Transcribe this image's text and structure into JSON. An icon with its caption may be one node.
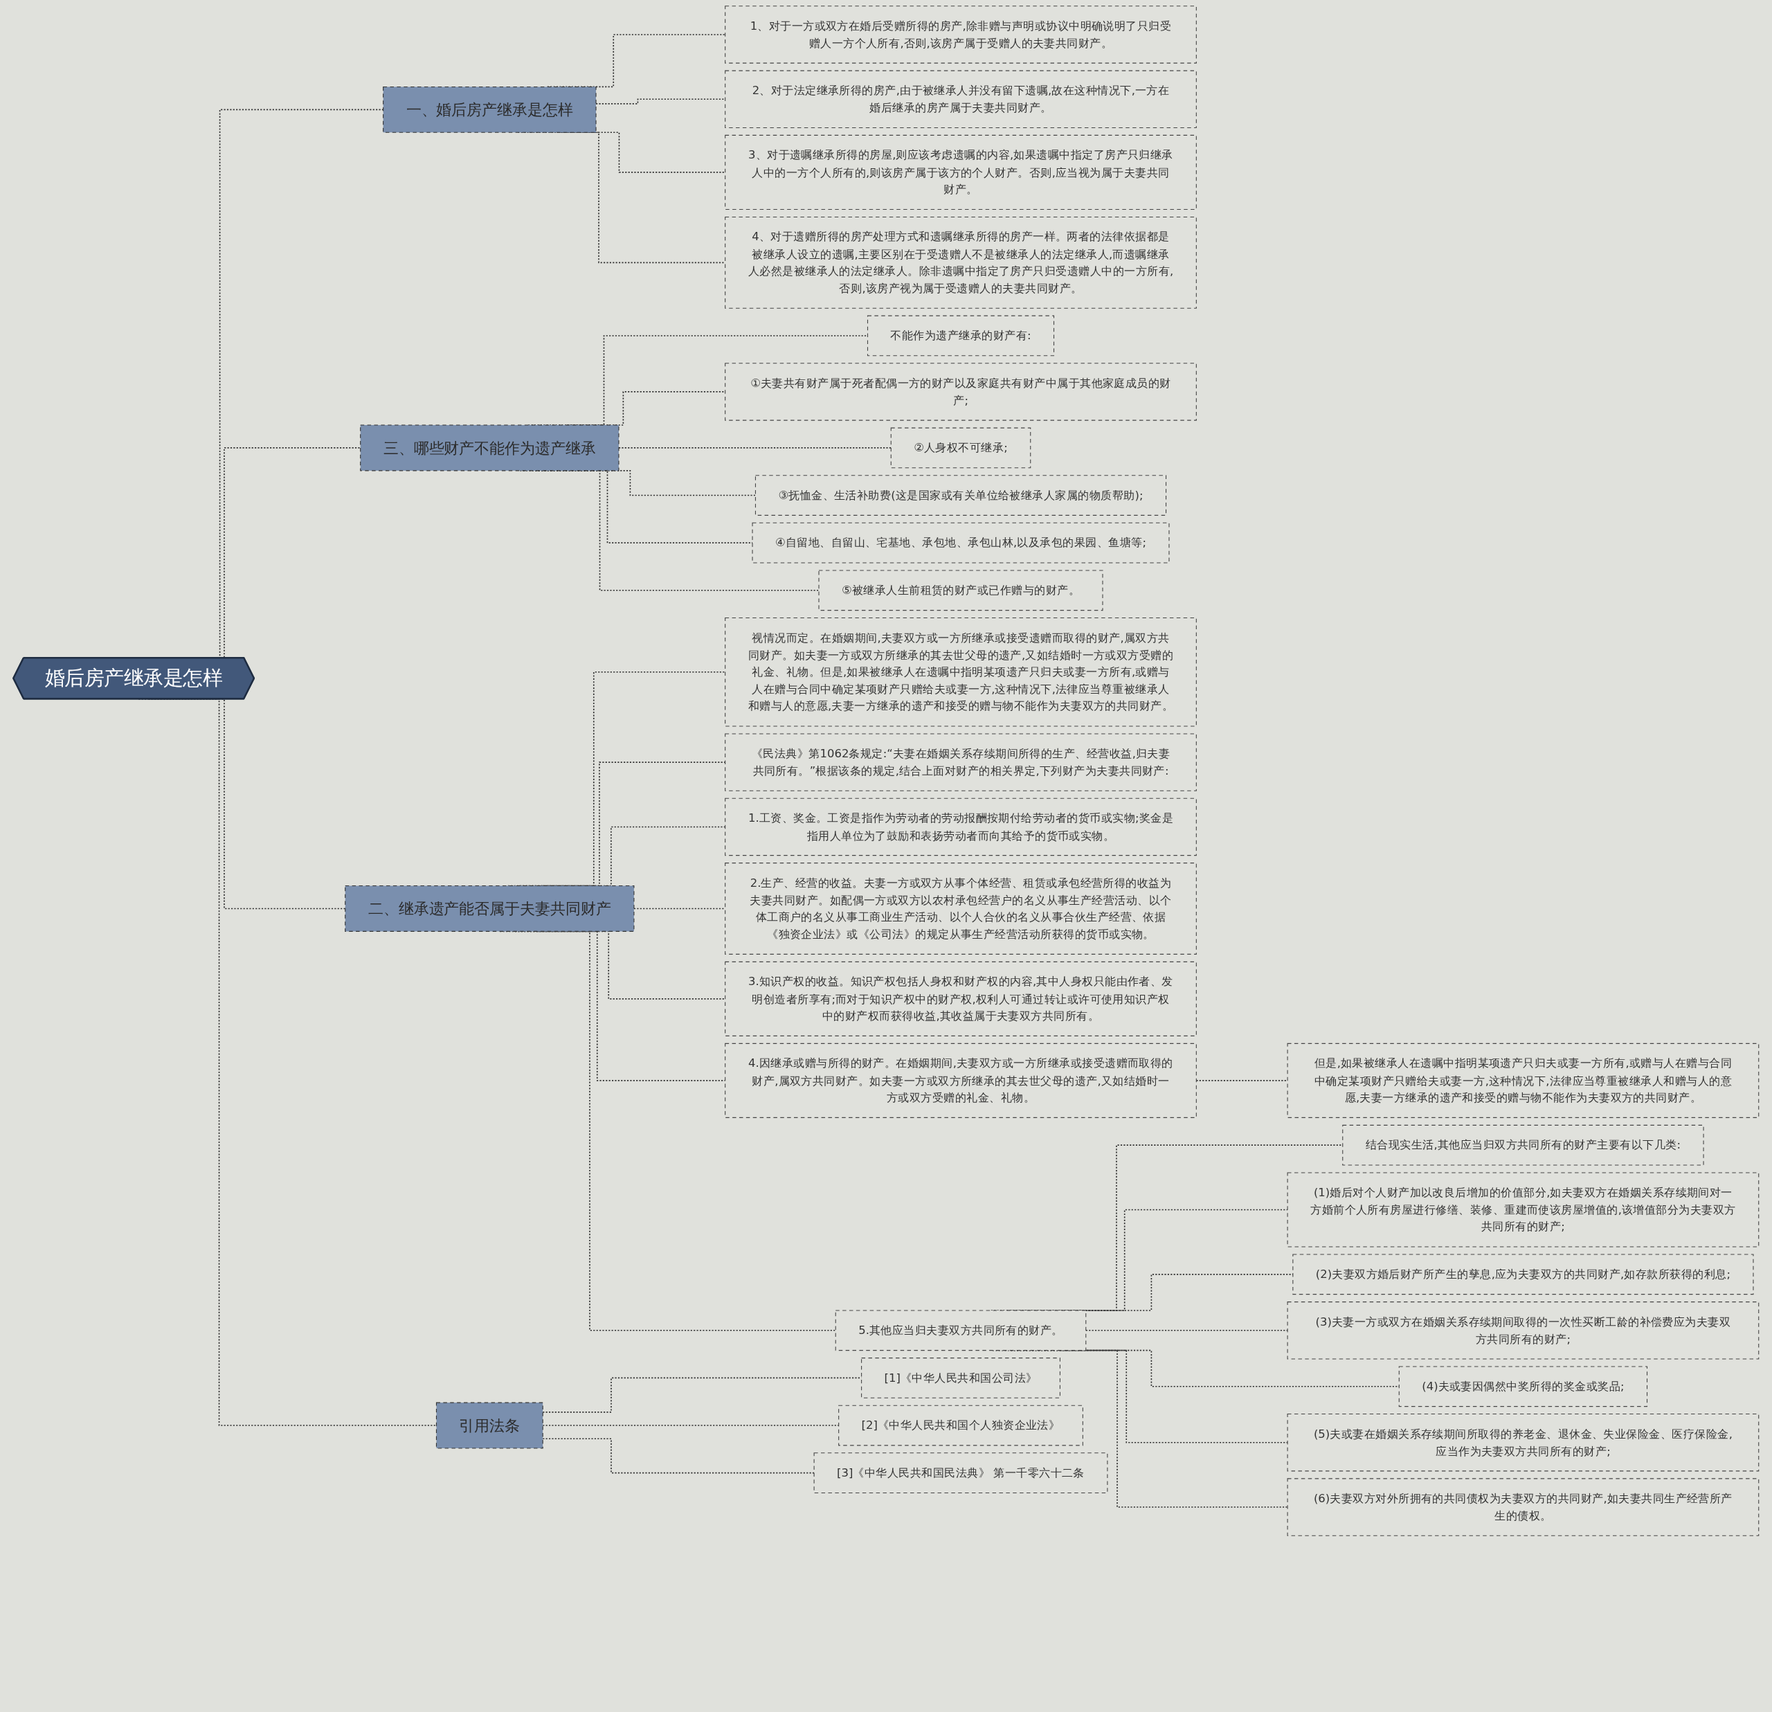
{
  "diagram": {
    "nodes": [
      {
        "text": [
          "婚后房产继承是怎样"
        ]
      },
      {
        "text": [
          "一、婚后房产继承是怎样"
        ]
      },
      {
        "text": [
          "1、对于一方或双方在婚后受赠所得的房产,除非赠与声明或协议中明确说明了只归受赠人一方个人所有,否则,该房产属于受赠人的夫妻共同财产。"
        ]
      },
      {
        "text": [
          "2、对于法定继承所得的房产,由于被继承人并没有留下遗嘱,故在这种情况下,一方在婚后继承的房产属于夫妻共同财产。"
        ]
      },
      {
        "text": [
          "3、对于遗嘱继承所得的房屋,则应该考虑遗嘱的内容,如果遗嘱中指定了房产只归继承人中的一方个人所有的,则该房产属于该方的个人财产。否则,应当视为属于夫妻共同财产。"
        ]
      },
      {
        "text": [
          "4、对于遗赠所得的房产处理方式和遗嘱继承所得的房产一样。两者的法律依据都是被继承人设立的遗嘱,主要区别在于受遗赠人不是被继承人的法定继承人,而遗嘱继承人必然是被继承人的法定继承人。除非遗嘱中指定了房产只归受遗赠人中的一方所有,否则,该房产视为属于受遗赠人的夫妻共同财产。"
        ]
      },
      {
        "text": [
          "三、哪些财产不能作为遗产继承"
        ]
      },
      {
        "text": [
          "不能作为遗产继承的财产有:"
        ]
      },
      {
        "text": [
          "①夫妻共有财产属于死者配偶一方的财产以及家庭共有财产中属于其他家庭成员的财产;"
        ]
      },
      {
        "text": [
          "②人身权不可继承;"
        ]
      },
      {
        "text": [
          "③抚恤金、生活补助费(这是国家或有关单位给被继承人家属的物质帮助);"
        ]
      },
      {
        "text": [
          "④自留地、自留山、宅基地、承包地、承包山林,以及承包的果园、鱼塘等;"
        ]
      },
      {
        "text": [
          "⑤被继承人生前租赁的财产或已作赠与的财产。"
        ]
      },
      {
        "text": [
          "二、继承遗产能否属于夫妻共同财产"
        ]
      },
      {
        "text": [
          "视情况而定。在婚姻期间,夫妻双方或一方所继承或接受遗赠而取得的财产,属双方共同财产。如夫妻一方或双方所继承的其去世父母的遗产,又如结婚时一方或双方受赠的礼金、礼物。但是,如果被继承人在遗嘱中指明某项遗产只归夫或妻一方所有,或赠与人在赠与合同中确定某项财产只赠给夫或妻一方,这种情况下,法律应当尊重被继承人和赠与人的意愿,夫妻一方继承的遗产和接受的赠与物不能作为夫妻双方的共同财产。"
        ]
      },
      {
        "text": [
          "《民法典》第1062条规定:“夫妻在婚姻关系存续期间所得的生产、经营收益,归夫妻共同所有。”根据该条的规定,结合上面对财产的相关界定,下列财产为夫妻共同财产:"
        ]
      },
      {
        "text": [
          "1.工资、奖金。工资是指作为劳动者的劳动报酬按期付给劳动者的货币或实物;奖金是指用人单位为了鼓励和表扬劳动者而向其给予的货币或实物。"
        ]
      },
      {
        "text": [
          "2.生产、经营的收益。夫妻一方或双方从事个体经营、租赁或承包经营所得的收益为夫妻共同财产。如配偶一方或双方以农村承包经营户的名义从事生产经营活动、以个体工商户的名义从事工商业生产活动、以个人合伙的名义从事合伙生产经营、依据《独资企业法》或《公司法》的规定从事生产经营活动所获得的货币或实物。"
        ]
      },
      {
        "text": [
          "3.知识产权的收益。知识产权包括人身权和财产权的内容,其中人身权只能由作者、发明创造者所享有;而对于知识产权中的财产权,权利人可通过转让或许可使用知识产权中的财产权而获得收益,其收益属于夫妻双方共同所有。"
        ]
      },
      {
        "text": [
          "4.因继承或赠与所得的财产。在婚姻期间,夫妻双方或一方所继承或接受遗赠而取得的财产,属双方共同财产。如夫妻一方或双方所继承的其去世父母的遗产,又如结婚时一方或双方受赠的礼金、礼物。"
        ]
      },
      {
        "text": [
          "但是,如果被继承人在遗嘱中指明某项遗产只归夫或妻一方所有,或赠与人在赠与合同中确定某项财产只赠给夫或妻一方,这种情况下,法律应当尊重被继承人和赠与人的意愿,夫妻一方继承的遗产和接受的赠与物不能作为夫妻双方的共同财产。"
        ]
      },
      {
        "text": [
          "5.其他应当归夫妻双方共同所有的财产。"
        ]
      },
      {
        "text": [
          "结合现实生活,其他应当归双方共同所有的财产主要有以下几类:"
        ]
      },
      {
        "text": [
          "(1)婚后对个人财产加以改良后增加的价值部分,如夫妻双方在婚姻关系存续期间对一方婚前个人所有房屋进行修缮、装修、重建而使该房屋增值的,该增值部分为夫妻双方共同所有的财产;"
        ]
      },
      {
        "text": [
          "(2)夫妻双方婚后财产所产生的孳息,应为夫妻双方的共同财产,如存款所获得的利息;"
        ]
      },
      {
        "text": [
          "(3)夫妻一方或双方在婚姻关系存续期间取得的一次性买断工龄的补偿费应为夫妻双方共同所有的财产;"
        ]
      },
      {
        "text": [
          "(4)夫或妻因偶然中奖所得的奖金或奖品;"
        ]
      },
      {
        "text": [
          "(5)夫或妻在婚姻关系存续期间所取得的养老金、退休金、失业保险金、医疗保险金,应当作为夫妻双方共同所有的财产;"
        ]
      },
      {
        "text": [
          "(6)夫妻双方对外所拥有的共同债权为夫妻双方的共同财产,如夫妻共同生产经营所产生的债权。"
        ]
      },
      {
        "text": [
          "引用法条"
        ]
      },
      {
        "text": [
          "[1]《中华人民共和国公司法》"
        ]
      },
      {
        "text": [
          "[2]《中华人民共和国个人独资企业法》"
        ]
      },
      {
        "text": [
          "[3]《中华人民共和国民法典》 第一千零六十二条"
        ]
      }
    ],
    "edges": [
      {
        "from": 0,
        "to": 1,
        "arrow": "none",
        "style": "dashed"
      },
      {
        "from": 1,
        "to": 2,
        "arrow": "none",
        "style": "dashed"
      },
      {
        "from": 1,
        "to": 3,
        "arrow": "none",
        "style": "dashed"
      },
      {
        "from": 1,
        "to": 4,
        "arrow": "none",
        "style": "dashed"
      },
      {
        "from": 1,
        "to": 5,
        "arrow": "none",
        "style": "dashed"
      },
      {
        "from": 0,
        "to": 6,
        "arrow": "none",
        "style": "dashed"
      },
      {
        "from": 6,
        "to": 7,
        "arrow": "none",
        "style": "dashed"
      },
      {
        "from": 6,
        "to": 8,
        "arrow": "none",
        "style": "dashed"
      },
      {
        "from": 6,
        "to": 9,
        "arrow": "none",
        "style": "dashed"
      },
      {
        "from": 6,
        "to": 10,
        "arrow": "none",
        "style": "dashed"
      },
      {
        "from": 6,
        "to": 11,
        "arrow": "none",
        "style": "dashed"
      },
      {
        "from": 6,
        "to": 12,
        "arrow": "none",
        "style": "dashed"
      },
      {
        "from": 0,
        "to": 13,
        "arrow": "none",
        "style": "dashed"
      },
      {
        "from": 13,
        "to": 14,
        "arrow": "none",
        "style": "dashed"
      },
      {
        "from": 13,
        "to": 15,
        "arrow": "none",
        "style": "dashed"
      },
      {
        "from": 13,
        "to": 16,
        "arrow": "none",
        "style": "dashed"
      },
      {
        "from": 13,
        "to": 17,
        "arrow": "none",
        "style": "dashed"
      },
      {
        "from": 13,
        "to": 18,
        "arrow": "none",
        "style": "dashed"
      },
      {
        "from": 13,
        "to": 19,
        "arrow": "none",
        "style": "dashed"
      },
      {
        "from": 19,
        "to": 20,
        "arrow": "none",
        "style": "dashed"
      },
      {
        "from": 13,
        "to": 21,
        "arrow": "none",
        "style": "dashed"
      },
      {
        "from": 21,
        "to": 22,
        "arrow": "none",
        "style": "dashed"
      },
      {
        "from": 21,
        "to": 23,
        "arrow": "none",
        "style": "dashed"
      },
      {
        "from": 21,
        "to": 24,
        "arrow": "none",
        "style": "dashed"
      },
      {
        "from": 21,
        "to": 25,
        "arrow": "none",
        "style": "dashed"
      },
      {
        "from": 21,
        "to": 26,
        "arrow": "none",
        "style": "dashed"
      },
      {
        "from": 21,
        "to": 27,
        "arrow": "none",
        "style": "dashed"
      },
      {
        "from": 21,
        "to": 28,
        "arrow": "none",
        "style": "dashed"
      },
      {
        "from": 0,
        "to": 29,
        "arrow": "none",
        "style": "dashed"
      },
      {
        "from": 29,
        "to": 30,
        "arrow": "none",
        "style": "dashed"
      },
      {
        "from": 29,
        "to": 31,
        "arrow": "none",
        "style": "dashed"
      },
      {
        "from": 29,
        "to": 32,
        "arrow": "none",
        "style": "dashed"
      }
    ]
  }
}
